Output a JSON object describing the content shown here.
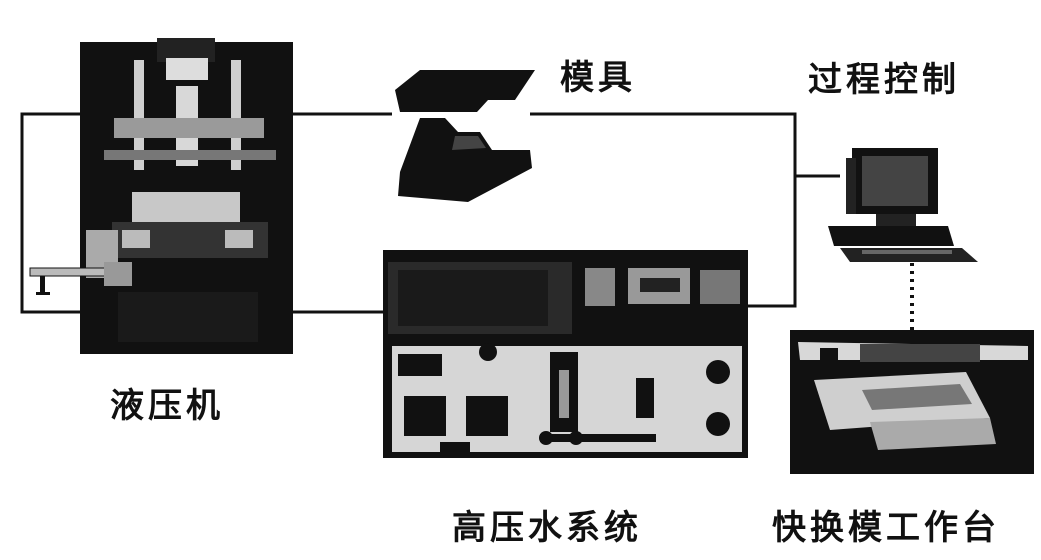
{
  "labels": {
    "hydraulic_press": "液压机",
    "die": "模具",
    "process_control": "过程控制",
    "high_pressure_water_system": "高压水系统",
    "quick_die_change_table": "快换模工作台"
  }
}
